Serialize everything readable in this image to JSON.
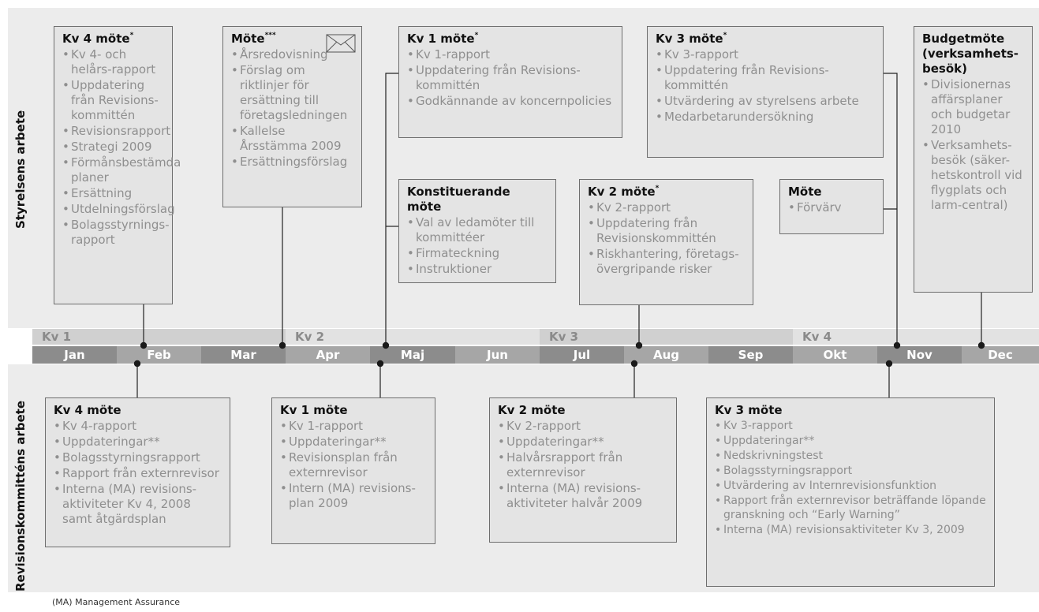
{
  "section_labels": {
    "top": "Styrelsens arbete",
    "bottom": "Revisionskommitténs arbete"
  },
  "quarters": [
    "Kv 1",
    "Kv 2",
    "Kv 3",
    "Kv 4"
  ],
  "months": [
    "Jan",
    "Feb",
    "Mar",
    "Apr",
    "Maj",
    "Jun",
    "Jul",
    "Aug",
    "Sep",
    "Okt",
    "Nov",
    "Dec"
  ],
  "colors": {
    "month_dark": "#8c8c8c",
    "month_light": "#a6a6a6",
    "quarter_dark": "#d0d0d0",
    "quarter_light": "#e2e2e2",
    "box_bg": "#e4e4e4",
    "bullet_text": "#8f8f8f"
  },
  "board": [
    {
      "title": "Kv 4 möte",
      "sup": "*",
      "items": [
        "Kv 4- och helårs-rapport",
        "Uppdatering från Revisions-kommittén",
        "Revisionsrapport",
        "Strategi 2009",
        "Förmånsbestämda planer",
        "Ersättning",
        "Utdelningsförslag",
        "Bolagsstyrnings-rapport"
      ]
    },
    {
      "title": "Möte",
      "sup": "***",
      "icon": "envelope-icon",
      "items": [
        "Årsredovisning",
        "Förslag om riktlinjer för ersättning till företagsledningen",
        "Kallelse Årsstämma 2009",
        "Ersättningsförslag"
      ]
    },
    {
      "title": "Kv 1 möte",
      "sup": "*",
      "items": [
        "Kv 1-rapport",
        "Uppdatering från Revisions-kommittén",
        "Godkännande av koncernpolicies"
      ]
    },
    {
      "title": "Konstituerande möte",
      "sup": "",
      "items": [
        "Val av ledamöter till kommittéer",
        "Firmateckning",
        "Instruktioner"
      ]
    },
    {
      "title": "Kv 3 möte",
      "sup": "*",
      "items": [
        "Kv 3-rapport",
        "Uppdatering från Revisions-kommittén",
        "Utvärdering av styrelsens arbete",
        "Medarbetarundersökning"
      ]
    },
    {
      "title": "Kv 2 möte",
      "sup": "*",
      "items": [
        "Kv 2-rapport",
        "Uppdatering från Revisionskommittén",
        "Riskhantering, företags-övergripande risker"
      ]
    },
    {
      "title": "Möte",
      "sup": "",
      "items": [
        "Förvärv"
      ]
    },
    {
      "title": "Budgetmöte (verksamhets-besök)",
      "sup": "",
      "items": [
        "Divisionernas affärsplaner och budgetar 2010",
        "Verksamhets-besök (säker-hetskontroll vid flygplats och larm-central)"
      ]
    }
  ],
  "committee": [
    {
      "title": "Kv 4 möte",
      "items": [
        "Kv 4-rapport",
        "Uppdateringar**",
        "Bolagsstyrningsrapport",
        "Rapport från externrevisor",
        "Interna (MA) revisions-aktiviteter Kv 4, 2008 samt åtgärdsplan"
      ]
    },
    {
      "title": "Kv 1 möte",
      "items": [
        "Kv 1-rapport",
        "Uppdateringar**",
        "Revisionsplan från externrevisor",
        "Intern (MA) revisions-plan 2009"
      ]
    },
    {
      "title": "Kv 2 möte",
      "items": [
        "Kv 2-rapport",
        "Uppdateringar**",
        "Halvårsrapport från externrevisor",
        "Interna (MA) revisions-aktiviteter halvår 2009"
      ]
    },
    {
      "title": "Kv 3 möte",
      "items": [
        "Kv 3-rapport",
        "Uppdateringar**",
        "Nedskrivningstest",
        "Bolagsstyrningsrapport",
        "Utvärdering av Internrevisionsfunktion",
        "Rapport från externrevisor beträffande löpande granskning och “Early Warning”",
        "Interna (MA) revisionsaktiviteter Kv 3, 2009"
      ]
    }
  ],
  "footnote": "(MA) Management Assurance"
}
